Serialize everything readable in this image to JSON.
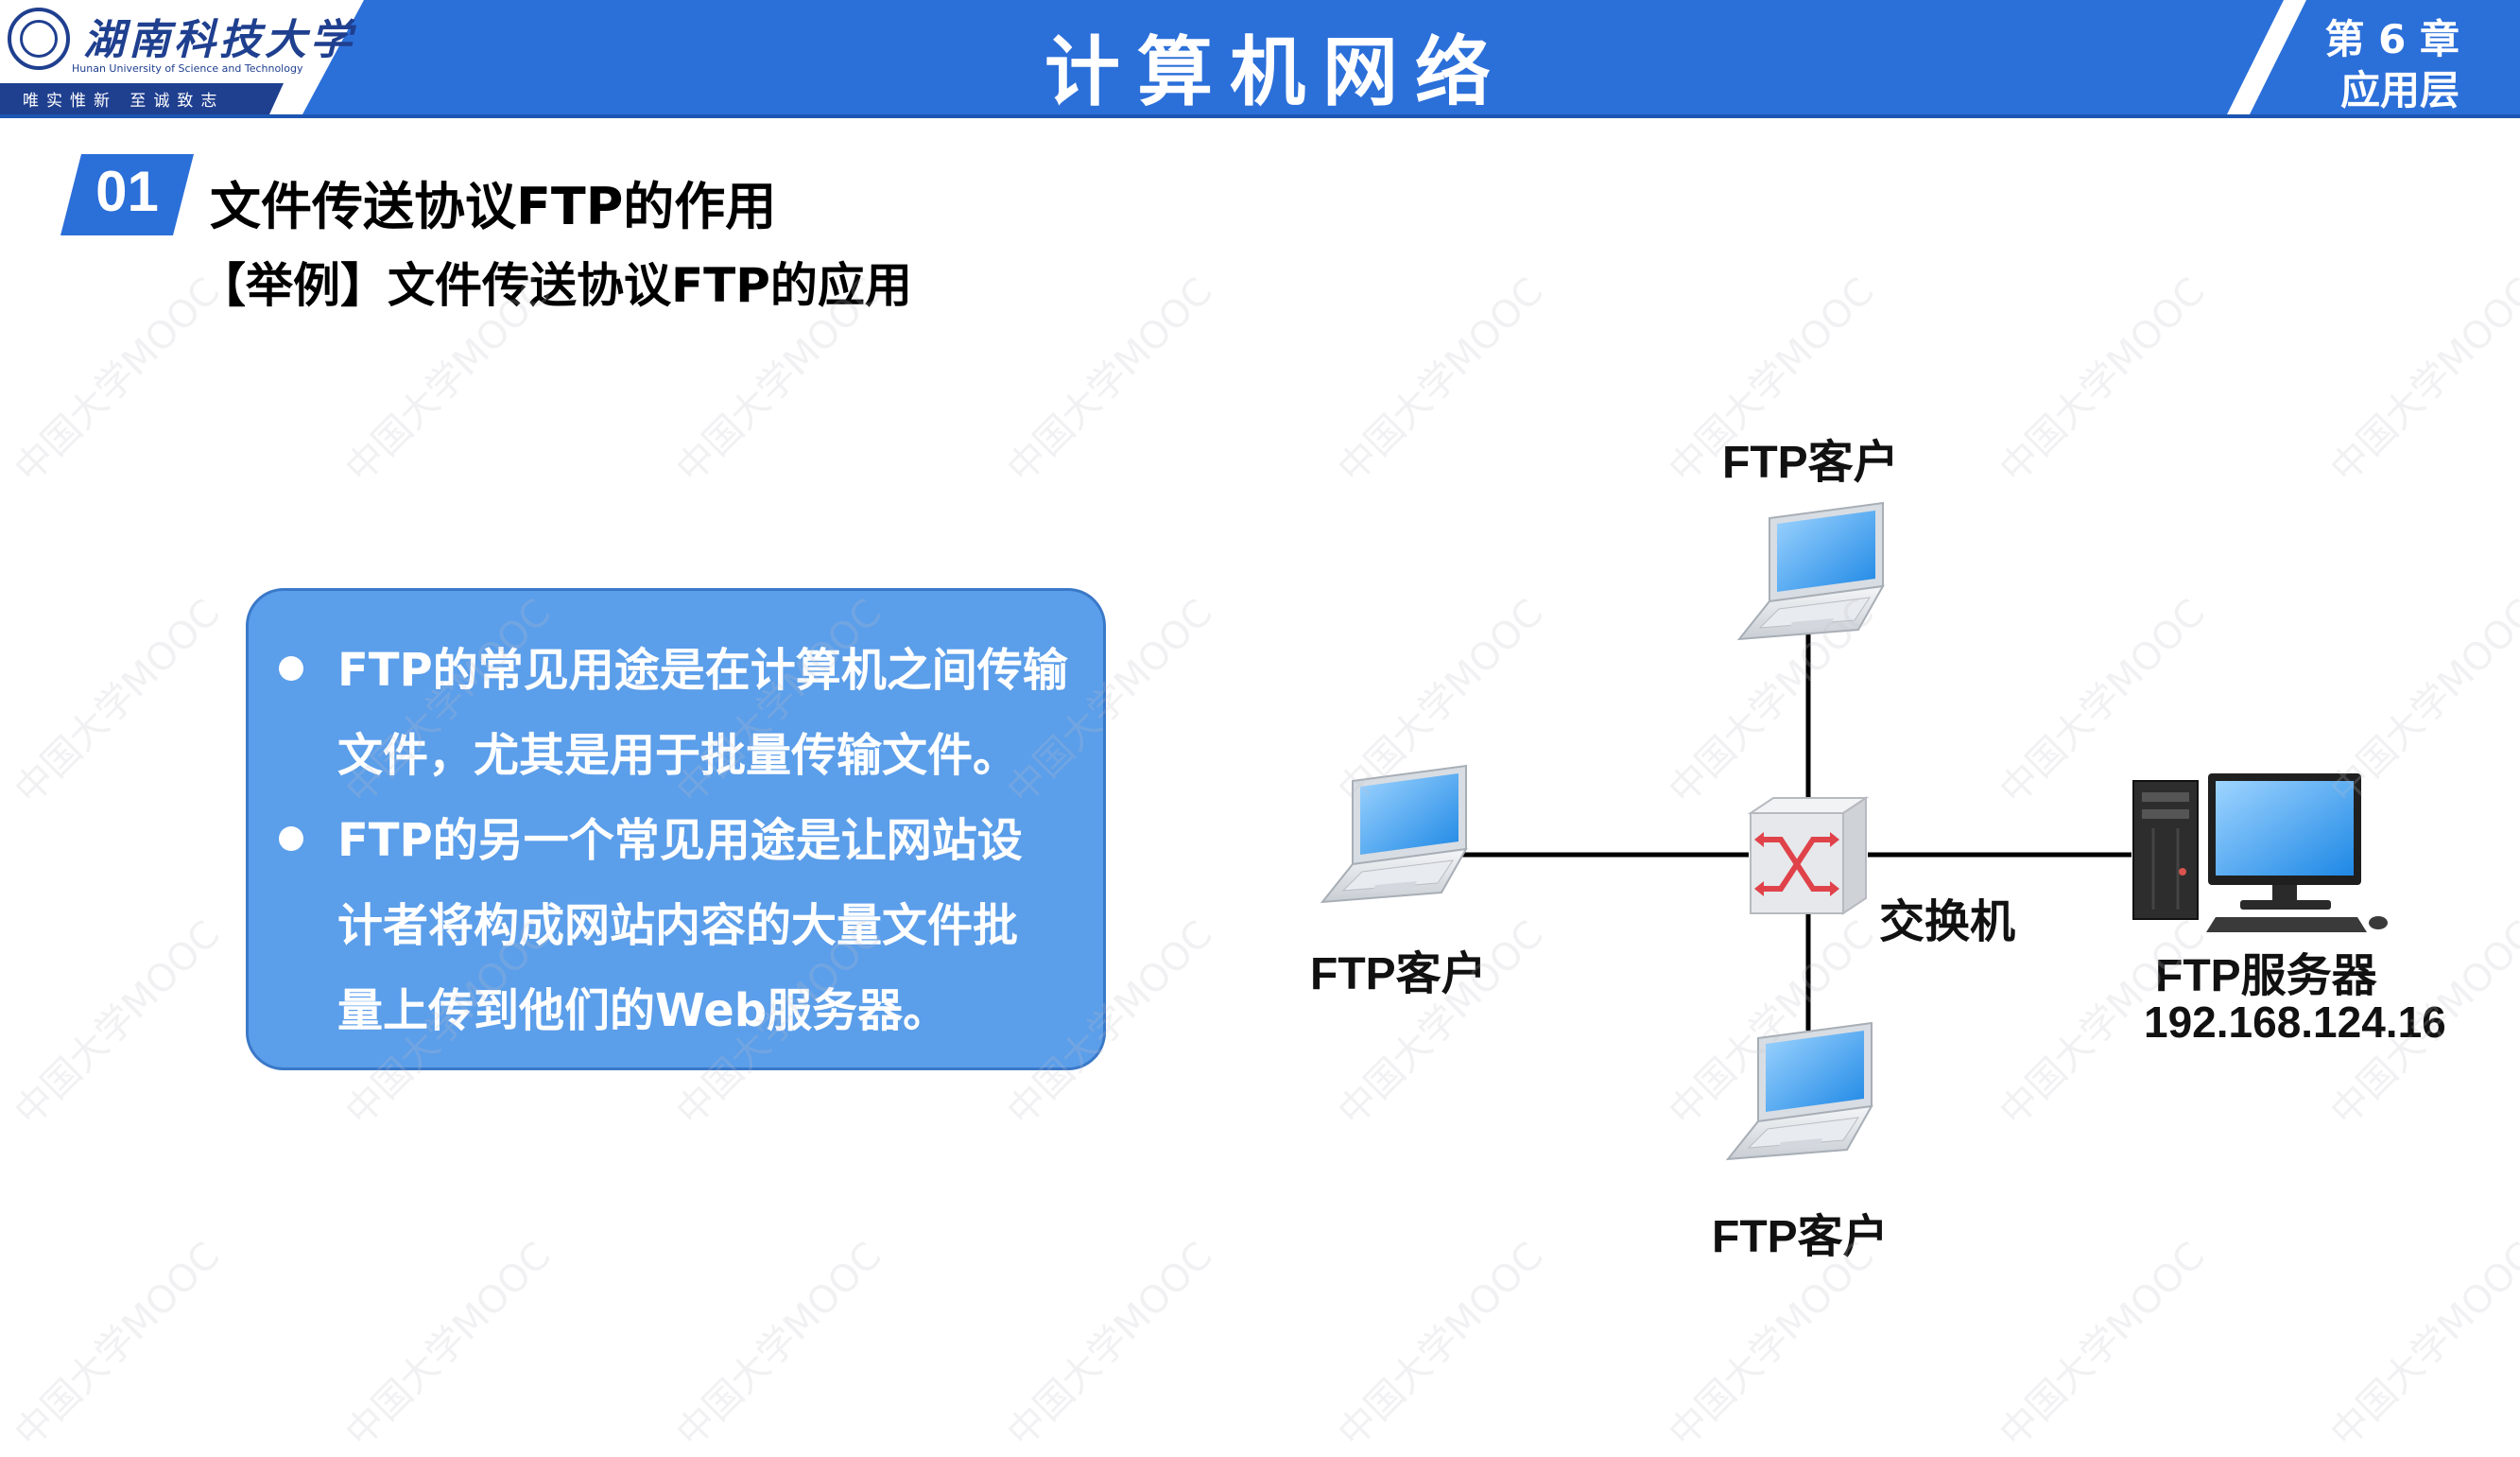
{
  "header": {
    "logo_name": "湖南科技大学",
    "logo_en": "Hunan University of Science and Technology",
    "logo_motto": "唯实惟新  至诚致志",
    "title": "计算机网络",
    "chapter_line1": "第 6 章",
    "chapter_line2": "应用层"
  },
  "section": {
    "number": "01",
    "title": "文件传送协议FTP的作用",
    "example_title": "【举例】文件传送协议FTP的应用"
  },
  "info_box": {
    "bullets": [
      {
        "line1": "FTP的常见用途是在计算机之间传输",
        "line2": "文件，尤其是用于批量传输文件。"
      },
      {
        "line1": "FTP的另一个常见用途是让网站设",
        "line2": "计者将构成网站内容的大量文件批",
        "line3": "量上传到他们的Web服务器。"
      }
    ]
  },
  "diagram": {
    "client_top_label": "FTP客户",
    "client_left_label": "FTP客户",
    "client_bottom_label": "FTP客户",
    "switch_label": "交换机",
    "server_label": "FTP服务器",
    "server_ip": "192.168.124.16"
  },
  "watermark_text": "中国大学MOOC",
  "colors": {
    "header_blue": "#2b6fd9",
    "box_blue": "#5b9eea",
    "switch_red": "#e0424a"
  }
}
